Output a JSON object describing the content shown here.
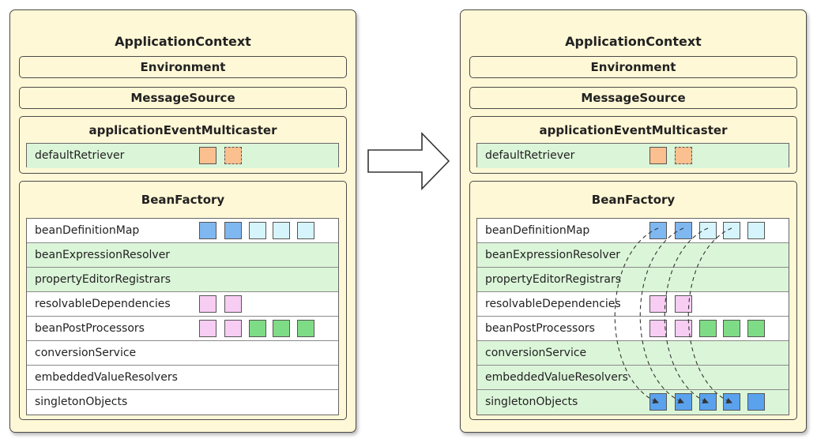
{
  "panels": [
    {
      "title": "ApplicationContext",
      "environment": "Environment",
      "message_source": "MessageSource",
      "multicaster": {
        "title": "applicationEventMulticaster",
        "retriever_label": "defaultRetriever"
      },
      "bean_factory": {
        "title": "BeanFactory",
        "rows": [
          {
            "label": "beanDefinitionMap",
            "shade": "white"
          },
          {
            "label": "beanExpressionResolver",
            "shade": "green"
          },
          {
            "label": "propertyEditorRegistrars",
            "shade": "green"
          },
          {
            "label": "resolvableDependencies",
            "shade": "white"
          },
          {
            "label": "beanPostProcessors",
            "shade": "white"
          },
          {
            "label": "conversionService",
            "shade": "white"
          },
          {
            "label": "embeddedValueResolvers",
            "shade": "white"
          },
          {
            "label": "singletonObjects",
            "shade": "white"
          }
        ]
      }
    },
    {
      "title": "ApplicationContext",
      "environment": "Environment",
      "message_source": "MessageSource",
      "multicaster": {
        "title": "applicationEventMulticaster",
        "retriever_label": "defaultRetriever"
      },
      "bean_factory": {
        "title": "BeanFactory",
        "rows": [
          {
            "label": "beanDefinitionMap",
            "shade": "white"
          },
          {
            "label": "beanExpressionResolver",
            "shade": "green"
          },
          {
            "label": "propertyEditorRegistrars",
            "shade": "green"
          },
          {
            "label": "resolvableDependencies",
            "shade": "white"
          },
          {
            "label": "beanPostProcessors",
            "shade": "white"
          },
          {
            "label": "conversionService",
            "shade": "green"
          },
          {
            "label": "embeddedValueResolvers",
            "shade": "green"
          },
          {
            "label": "singletonObjects",
            "shade": "green"
          }
        ]
      }
    }
  ],
  "colors": {
    "panel_fill": "#fff8d6",
    "row_green": "#dbf5d8",
    "retriever_listener": "#fbc08f",
    "bean_definition_dark": "#7fb7f0",
    "bean_definition_light": "#d6f4fb",
    "dependency_pink": "#f8cdf3",
    "processor_green": "#7fdc86",
    "singleton_blue": "#5aa2ee"
  }
}
